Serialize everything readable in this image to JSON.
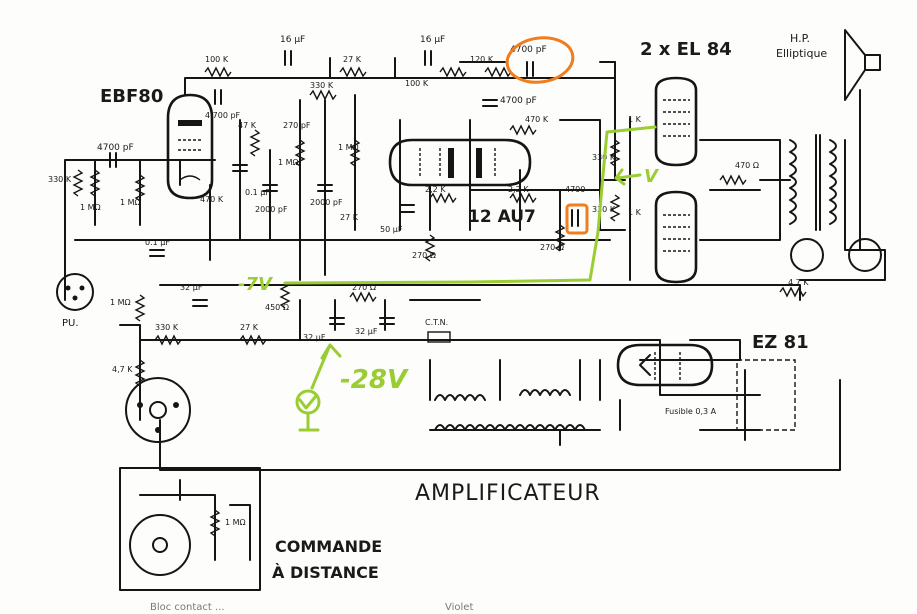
{
  "tubes": {
    "ebf80": "EBF80",
    "au7": "12 AU7",
    "el84": "2 x EL 84",
    "ez81": "EZ 81"
  },
  "speaker": {
    "line1": "H.P.",
    "line2": "Elliptique"
  },
  "titles": {
    "amplifier": "AMPLIFICATEUR",
    "remote_line1": "COMMANDE",
    "remote_line2": "À DISTANCE",
    "bottom_cut_left": "Bloc contact ...",
    "bottom_cut_right": "Violet"
  },
  "components": {
    "c_in": "4700 pF",
    "r_in": "330 K",
    "r_1m_a": "1 MΩ",
    "r_1m_b": "1 MΩ",
    "r_100k": "100 K",
    "c_4700_ebf": "4.700 pF",
    "c_16uf_a": "16 μF",
    "r_27k_top": "27 K",
    "r_330k_top": "330 K",
    "r_47k_a": "47 K",
    "c_270pf": "270 pF",
    "r_1m_c": "1 MΩ",
    "r_1m_d": "1 MΩ",
    "c_2000pf_a": "2000 pF",
    "c_2000pf_b": "2000 pF",
    "r_27k_mid": "27 K",
    "r_470k_left": "470 K",
    "c_01uf": "0.1 μF",
    "c_01uf_b": "0.1 μF",
    "c_16uf_b": "16 μF",
    "r_120k": "120 K",
    "c_4700_circled": "4700 pF",
    "r_100k_b": "100 K",
    "c_4700_au7": "4700 pF",
    "r_470k_au7": "470 K",
    "r_22k_a": "2,2 K",
    "r_22k_b": "2,2 K",
    "c_50uf": "50 μF",
    "r_270_a": "270 Ω",
    "r_270_b": "270 Ω",
    "c_4700_boxed": "4700",
    "r_330k_el": "330 K",
    "r_330k_el_b": "330 K",
    "r_1k_a": "1 K",
    "r_1k_b": "1 K",
    "r_470_out": "470 Ω",
    "r_47k_fb": "4,7 K",
    "r_450": "450 Ω",
    "c_32uf_a": "32 μF",
    "c_32uf_b": "32 μF",
    "c_32uf_c": "32 μF",
    "r_270_supply": "270 Ω",
    "r_27k_supply": "27 K",
    "r_330k_bias": "330 K",
    "r_1m_bias": "1 MΩ",
    "r_47k_pot": "4,7 K",
    "ctn": "C.T.N.",
    "fuse": "Fusible 0,3 A",
    "pu": "PU.",
    "r_1m_remote": "1 MΩ"
  },
  "annotations": {
    "v_minus7": "-7V",
    "v_minus28": "-28V",
    "v_arrow": "V"
  },
  "colors": {
    "ink": "#151515",
    "annotation_green": "#9acd32",
    "annotation_orange": "#f07d1e",
    "paper": "#fdfdfb"
  }
}
